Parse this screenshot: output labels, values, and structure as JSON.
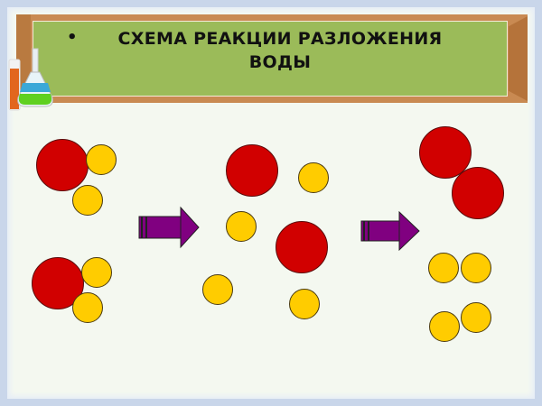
{
  "slide": {
    "title_line1": "СХЕМА РЕАКЦИИ РАЗЛОЖЕНИЯ",
    "title_line2": "ВОДЫ",
    "bullet": "•"
  },
  "colors": {
    "oxygen": "#d10000",
    "hydrogen": "#ffcc00",
    "arrow": "#800080",
    "panel": "#9bbb59",
    "frame": "#c98a52"
  },
  "diagram": {
    "stages": [
      {
        "name": "reactants",
        "description": "2 H2O molecules"
      },
      {
        "name": "intermediate",
        "description": "separated atoms: 2 O, 4 H"
      },
      {
        "name": "products",
        "description": "O2 + 2 H2"
      }
    ],
    "arrows": 2
  }
}
